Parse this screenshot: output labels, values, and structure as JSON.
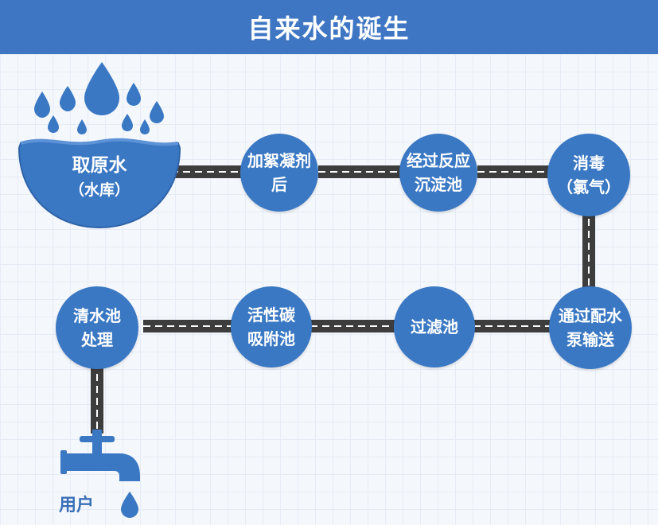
{
  "title": "自来水的诞生",
  "colors": {
    "banner": "#3f76c3",
    "node": "#3a78c4",
    "road": "#3d3d3d",
    "road_dash": "#ffffff",
    "water": "#3a78c4"
  },
  "steps": {
    "source": {
      "line1": "取原水",
      "line2": "（水库）",
      "icon": "water-bowl-with-drops"
    },
    "coagulant": {
      "line1": "加絮凝剂后"
    },
    "reaction": {
      "line1": "经过反应",
      "line2": "沉淀池"
    },
    "disinfect": {
      "line1": "消毒",
      "line2": "（氯气）"
    },
    "pump": {
      "line1": "通过配水",
      "line2": "泵输送"
    },
    "filter": {
      "line1": "过滤池"
    },
    "carbon": {
      "line1": "活性碳",
      "line2": "吸附池"
    },
    "clear": {
      "line1": "清水池",
      "line2": "处理"
    },
    "user": {
      "label": "用户",
      "icon": "faucet-icon"
    }
  }
}
